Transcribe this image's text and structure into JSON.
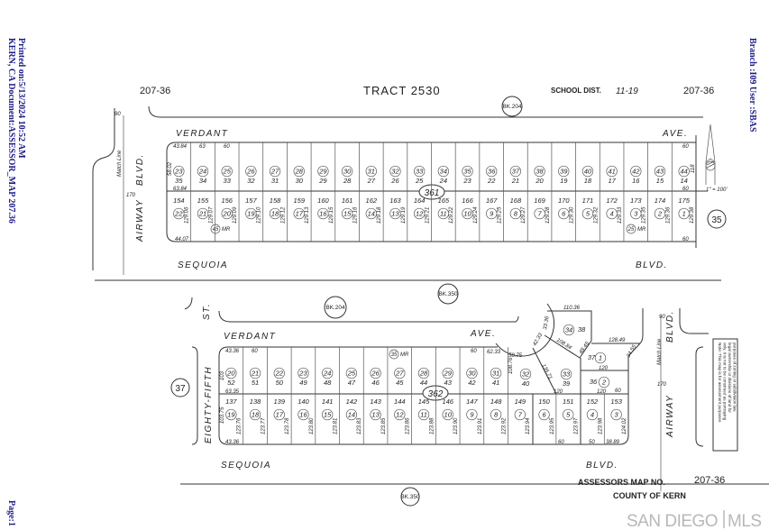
{
  "side_left": {
    "line1": "KERN, CA  Document:ASSESSOR_MAP 207.36",
    "line2": "Printed on:5/13/2024 10:52 AM",
    "page": "Page:1"
  },
  "side_right": {
    "text": "Branch :I09   User :SBAS"
  },
  "header": {
    "map_no_left": "207-36",
    "tract": "TRACT 2530",
    "school_dist_label": "SCHOOL DIST.",
    "school_dist_value": "11-19",
    "map_no_right": "207-36"
  },
  "roads": {
    "verdant_top": "VERDANT",
    "ave_top": "AVE.",
    "airway_left": "AIRWAY",
    "blvd_left": "BLVD.",
    "match_line_left": "Match Line",
    "sequoia_top": "SEQUOIA",
    "blvd_top": "BLVD.",
    "st": "ST.",
    "verdant_bottom": "VERDANT",
    "ave_bottom": "AVE.",
    "eighty_fifth": "EIGHTY-FIFTH",
    "airway_right": "AIRWAY",
    "blvd_right": "BLVD.",
    "match_line_right": "Match Line",
    "sequoia_bottom": "SEQUOIA",
    "blvd_bottom": "BLVD."
  },
  "book_refs": {
    "bk204_top": "BK.204",
    "bk350_mid": "BK.350",
    "bk204_mid": "BK.204",
    "bk350_bottom": "BK.350"
  },
  "page_refs": {
    "left_37": "37",
    "right_35": "35",
    "block_361": "361",
    "block_362": "362"
  },
  "mr_refs": {
    "top_left": "45",
    "top_right": "25",
    "bottom": "35",
    "suffix": "MR"
  },
  "scale": "1\" = 100'",
  "dims": {
    "road_width_90_top": "90",
    "road_width_60_top": "60",
    "airway_170_left": "170",
    "top_block_corner": "43.84",
    "top_block_mid": "63.84",
    "top_block_bottom": "44.07",
    "top_left_depth": "58.02",
    "top_63": "63",
    "top_60": "60",
    "top_right_60a": "60",
    "top_right_60b": "60",
    "top_right_60c": "60",
    "top_right_118": "118",
    "bottom_block_corner": "43.36",
    "bottom_block_mid": "63.35",
    "bottom_block_bottom": "43.36",
    "bottom_60": "60",
    "bottom_left_depth": "103.75",
    "bottom_103": "103",
    "cul_60": "60",
    "cul_6233": "62.33",
    "cul_5875": "58.75",
    "cul_4233": "42.33",
    "cul_3336": "33.36",
    "cul_10876": "108.76",
    "cul_13571": "135.71",
    "cul_10884": "108.84",
    "cul_11036": "110.36",
    "cul_4845": "48.45",
    "r_12849": "128.49",
    "r_3455": "34.55",
    "r_120a": "120",
    "r_120b": "120",
    "r_120c": "120",
    "r_60": "60",
    "r_50": "50",
    "r_3889": "38.89",
    "r_60b": "60",
    "airway_90_right": "90",
    "airway_170_right": "170"
  },
  "top_block": {
    "lots": [
      {
        "top_circle": "23",
        "top_no": "35",
        "bottom_no": "154",
        "bottom_circle": "22",
        "depth": "129.06"
      },
      {
        "top_circle": "24",
        "top_no": "34",
        "bottom_no": "155",
        "bottom_circle": "21",
        "depth": "129.07"
      },
      {
        "top_circle": "25",
        "top_no": "33",
        "bottom_no": "156",
        "bottom_circle": "20",
        "depth": "129.09"
      },
      {
        "top_circle": "26",
        "top_no": "32",
        "bottom_no": "157",
        "bottom_circle": "19",
        "depth": "129.10"
      },
      {
        "top_circle": "27",
        "top_no": "31",
        "bottom_no": "158",
        "bottom_circle": "18",
        "depth": "129.12"
      },
      {
        "top_circle": "28",
        "top_no": "30",
        "bottom_no": "159",
        "bottom_circle": "17",
        "depth": "129.13"
      },
      {
        "top_circle": "29",
        "top_no": "29",
        "bottom_no": "160",
        "bottom_circle": "16",
        "depth": "129.15"
      },
      {
        "top_circle": "30",
        "top_no": "28",
        "bottom_no": "161",
        "bottom_circle": "15",
        "depth": "129.16"
      },
      {
        "top_circle": "31",
        "top_no": "27",
        "bottom_no": "162",
        "bottom_circle": "14",
        "depth": "129.18"
      },
      {
        "top_circle": "32",
        "top_no": "26",
        "bottom_no": "163",
        "bottom_circle": "13",
        "depth": "129.19"
      },
      {
        "top_circle": "33",
        "top_no": "25",
        "bottom_no": "164",
        "bottom_circle": "12",
        "depth": "129.21"
      },
      {
        "top_circle": "34",
        "top_no": "24",
        "bottom_no": "165",
        "bottom_circle": "11",
        "depth": "129.22"
      },
      {
        "top_circle": "35",
        "top_no": "23",
        "bottom_no": "166",
        "bottom_circle": "10",
        "depth": "129.24"
      },
      {
        "top_circle": "36",
        "top_no": "22",
        "bottom_no": "167",
        "bottom_circle": "9",
        "depth": "129.25"
      },
      {
        "top_circle": "37",
        "top_no": "21",
        "bottom_no": "168",
        "bottom_circle": "8",
        "depth": "129.27"
      },
      {
        "top_circle": "38",
        "top_no": "20",
        "bottom_no": "169",
        "bottom_circle": "7",
        "depth": "129.28"
      },
      {
        "top_circle": "39",
        "top_no": "19",
        "bottom_no": "170",
        "bottom_circle": "6",
        "depth": "129.30"
      },
      {
        "top_circle": "40",
        "top_no": "18",
        "bottom_no": "171",
        "bottom_circle": "5",
        "depth": "129.32"
      },
      {
        "top_circle": "41",
        "top_no": "17",
        "bottom_no": "172",
        "bottom_circle": "4",
        "depth": "129.33"
      },
      {
        "top_circle": "42",
        "top_no": "16",
        "bottom_no": "173",
        "bottom_circle": "3",
        "depth": "129.35"
      },
      {
        "top_circle": "43",
        "top_no": "15",
        "bottom_no": "174",
        "bottom_circle": "2",
        "depth": "129.36"
      },
      {
        "top_circle": "44",
        "top_no": "14",
        "bottom_no": "175",
        "bottom_circle": "1",
        "depth": "129.38"
      }
    ]
  },
  "bottom_block": {
    "top_lots": [
      {
        "circle": "20",
        "no": "52"
      },
      {
        "circle": "21",
        "no": "51"
      },
      {
        "circle": "22",
        "no": "50"
      },
      {
        "circle": "23",
        "no": "49"
      },
      {
        "circle": "24",
        "no": "48"
      },
      {
        "circle": "25",
        "no": "47"
      },
      {
        "circle": "26",
        "no": "46"
      },
      {
        "circle": "27",
        "no": "45"
      },
      {
        "circle": "28",
        "no": "44"
      },
      {
        "circle": "29",
        "no": "43"
      },
      {
        "circle": "30",
        "no": "42"
      },
      {
        "circle": "31",
        "no": "41"
      }
    ],
    "special_lots": [
      {
        "circle": "32",
        "no": "40"
      },
      {
        "circle": "33",
        "no": "39"
      },
      {
        "circle": "34",
        "no": "38"
      },
      {
        "circle": "1",
        "no": "37"
      },
      {
        "circle": "2",
        "no": "36"
      }
    ],
    "bottom_lots": [
      {
        "no": "137",
        "circle": "19",
        "depth": "123.76"
      },
      {
        "no": "138",
        "circle": "18",
        "depth": "123.77"
      },
      {
        "no": "139",
        "circle": "17",
        "depth": "123.78"
      },
      {
        "no": "140",
        "circle": "16",
        "depth": "123.80"
      },
      {
        "no": "141",
        "circle": "15",
        "depth": "123.81"
      },
      {
        "no": "142",
        "circle": "14",
        "depth": "123.83"
      },
      {
        "no": "143",
        "circle": "13",
        "depth": "123.85"
      },
      {
        "no": "144",
        "circle": "12",
        "depth": "123.86"
      },
      {
        "no": "145",
        "circle": "11",
        "depth": "123.88"
      },
      {
        "no": "146",
        "circle": "10",
        "depth": "123.90"
      },
      {
        "no": "147",
        "circle": "9",
        "depth": "123.91"
      },
      {
        "no": "148",
        "circle": "8",
        "depth": "123.92"
      },
      {
        "no": "149",
        "circle": "7",
        "depth": "123.94"
      },
      {
        "no": "150",
        "circle": "6",
        "depth": "123.95"
      },
      {
        "no": "151",
        "circle": "5",
        "depth": "123.97"
      },
      {
        "no": "152",
        "circle": "4",
        "depth": "123.98"
      },
      {
        "no": "153",
        "circle": "3",
        "depth": "124.02"
      }
    ]
  },
  "note": {
    "line1": "Note: This map is for assessment purposes",
    "line2": "only. It is not to be construed as portraying",
    "line3": "legal ownership or divisions of land for",
    "line4": "purposes of zoning or subdivision law."
  },
  "footer": {
    "assessors_map_label": "ASSESSORS MAP NO.",
    "assessors_map_value": "207-36",
    "county": "COUNTY OF KERN"
  },
  "watermark": {
    "left": "SAN DIEGO",
    "right": "MLS"
  }
}
